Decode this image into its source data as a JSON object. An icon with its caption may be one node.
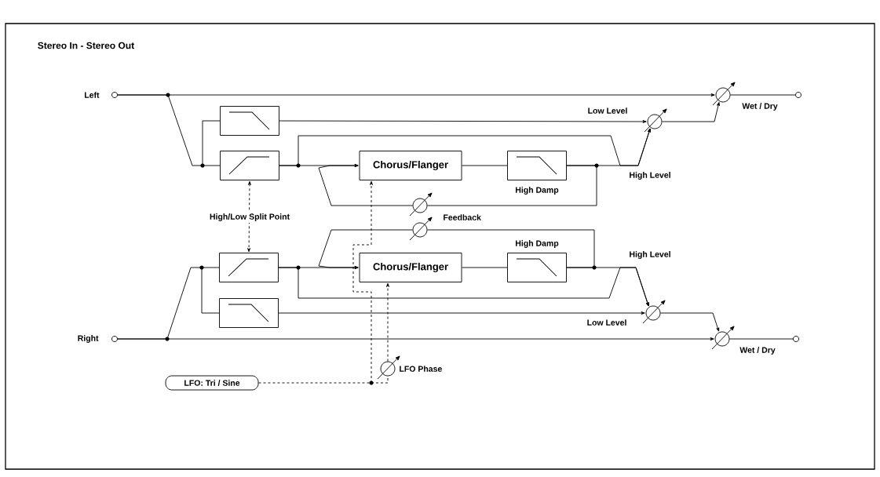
{
  "diagram": {
    "title": "Stereo In - Stereo Out",
    "nodes": [
      {
        "text": [],
        "shape": "circle",
        "beside": [
          "Left"
        ]
      },
      {
        "text": [],
        "shape": "circle",
        "beside": [
          "Right"
        ]
      },
      {
        "text": [],
        "shape": "box"
      },
      {
        "text": [],
        "shape": "box"
      },
      {
        "text": [
          "Chorus/Flanger"
        ]
      },
      {
        "text": [],
        "shape": "box",
        "beside": [
          "High Damp"
        ]
      },
      {
        "text": [],
        "shape": "circle",
        "beside": [
          "Low Level"
        ]
      },
      {
        "text": [],
        "shape": "circle",
        "beside": [
          "Wet / Dry"
        ]
      },
      {
        "text": [],
        "shape": "circle"
      },
      {
        "text": [],
        "shape": "box"
      },
      {
        "text": [
          "Chorus/Flanger"
        ]
      },
      {
        "text": [],
        "shape": "box",
        "beside": [
          "High Damp"
        ]
      },
      {
        "text": [],
        "shape": "box"
      },
      {
        "text": [],
        "shape": "circle",
        "beside": [
          "Low Level"
        ]
      },
      {
        "text": [],
        "shape": "circle",
        "beside": [
          "Wet / Dry"
        ]
      },
      {
        "text": [],
        "shape": "circle"
      },
      {
        "text": [],
        "shape": "circle"
      },
      {
        "text": [],
        "shape": "circle"
      },
      {
        "text": [],
        "shape": "circle",
        "beside": [
          "LFO Phase"
        ]
      },
      {
        "text": [
          "LFO: Tri / Sine"
        ]
      }
    ],
    "edges": [
      {
        "from": 0,
        "to": 7,
        "arrow": "to"
      },
      {
        "from": 0,
        "to": 2,
        "arrow": "none"
      },
      {
        "from": 0,
        "to": 3,
        "arrow": "none"
      },
      {
        "from": 2,
        "to": 6,
        "arrow": "to"
      },
      {
        "from": 3,
        "to": 4,
        "arrow": "to"
      },
      {
        "from": 3,
        "to": 6,
        "arrow": "to"
      },
      {
        "from": 4,
        "to": 5,
        "arrow": "none"
      },
      {
        "from": 5,
        "to": 6,
        "arrow": "to"
      },
      {
        "from": 5,
        "to": 16,
        "arrow": "none"
      },
      {
        "from": 16,
        "to": 4,
        "arrow": "to"
      },
      {
        "from": 6,
        "to": 7,
        "arrow": "to"
      },
      {
        "from": 7,
        "to": 8,
        "arrow": "none"
      },
      {
        "from": 1,
        "to": 14,
        "arrow": "to"
      },
      {
        "from": 1,
        "to": 9,
        "arrow": "none"
      },
      {
        "from": 1,
        "to": 12,
        "arrow": "none"
      },
      {
        "from": 9,
        "to": 10,
        "arrow": "to"
      },
      {
        "from": 9,
        "to": 13,
        "arrow": "to"
      },
      {
        "from": 10,
        "to": 11,
        "arrow": "none"
      },
      {
        "from": 11,
        "to": 13,
        "arrow": "to"
      },
      {
        "from": 11,
        "to": 17,
        "arrow": "none"
      },
      {
        "from": 17,
        "to": 10,
        "arrow": "to"
      },
      {
        "from": 12,
        "to": 13,
        "arrow": "to"
      },
      {
        "from": 13,
        "to": 14,
        "arrow": "to"
      },
      {
        "from": 14,
        "to": 15,
        "arrow": "none"
      },
      {
        "from": 3,
        "to": 9,
        "arrow": "both",
        "style": "dashed",
        "label": "High/Low Split Point"
      },
      {
        "from": 19,
        "to": 4,
        "arrow": "to",
        "style": "dashed"
      },
      {
        "from": 19,
        "to": 18,
        "arrow": "none",
        "style": "dashed"
      },
      {
        "from": 18,
        "to": 10,
        "arrow": "to",
        "style": "dashed"
      }
    ],
    "labels": [
      "High Level",
      "Feedback",
      "High Level"
    ]
  }
}
